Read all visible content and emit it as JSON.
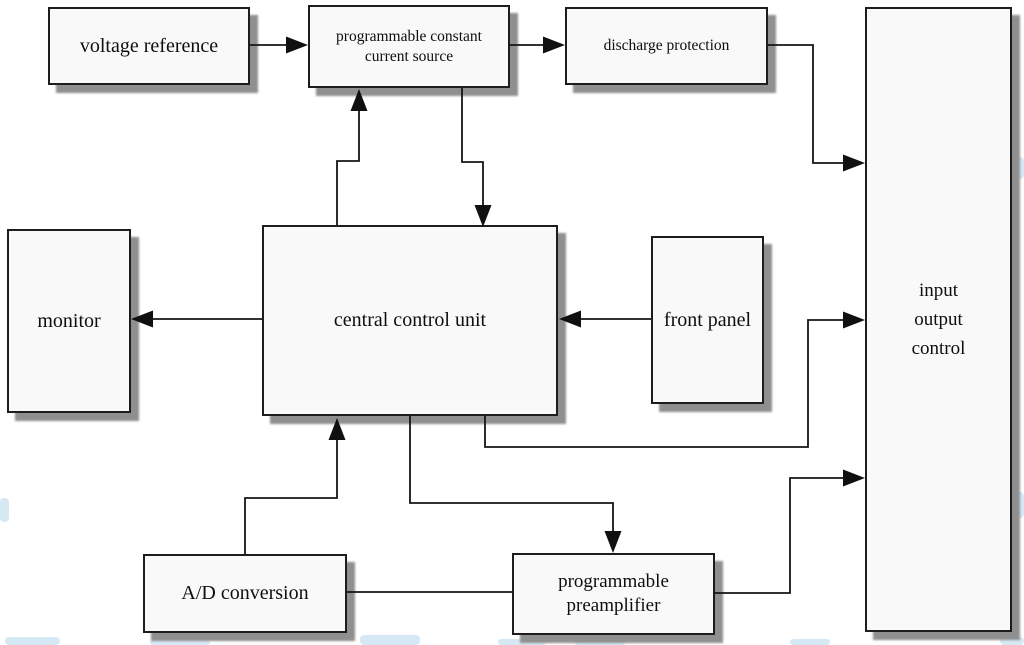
{
  "diagram": {
    "kind": "system-block-diagram",
    "nodes": {
      "voltage_reference": {
        "label": "voltage reference"
      },
      "programmable_constant_current_source": {
        "label": "programmable constant current source"
      },
      "discharge_protection": {
        "label": "discharge protection"
      },
      "central_control_unit": {
        "label": "central control unit"
      },
      "monitor": {
        "label": "monitor"
      },
      "front_panel": {
        "label": "front panel"
      },
      "io_control": {
        "label": "input output control",
        "lines": [
          "input",
          "output",
          "control"
        ]
      },
      "ad_conversion": {
        "label": "A/D conversion"
      },
      "programmable_preamplifier": {
        "label": "programmable preamplifier"
      }
    },
    "edges": [
      {
        "from": "voltage_reference",
        "to": "programmable_constant_current_source",
        "arrow": true
      },
      {
        "from": "programmable_constant_current_source",
        "to": "discharge_protection",
        "arrow": true
      },
      {
        "from": "discharge_protection",
        "to": "io_control",
        "arrow": true
      },
      {
        "from": "central_control_unit",
        "to": "programmable_constant_current_source",
        "arrow": true
      },
      {
        "from": "programmable_constant_current_source",
        "to": "central_control_unit",
        "arrow": true
      },
      {
        "from": "central_control_unit",
        "to": "monitor",
        "arrow": true
      },
      {
        "from": "front_panel",
        "to": "central_control_unit",
        "arrow": true
      },
      {
        "from": "central_control_unit",
        "to": "io_control",
        "arrow": true
      },
      {
        "from": "ad_conversion",
        "to": "central_control_unit",
        "arrow": true
      },
      {
        "from": "central_control_unit",
        "to": "programmable_preamplifier",
        "arrow": true
      },
      {
        "from": "ad_conversion",
        "to": "programmable_preamplifier",
        "arrow": false
      },
      {
        "from": "programmable_preamplifier",
        "to": "io_control",
        "arrow": true
      }
    ],
    "colors": {
      "background": "#ffffff",
      "box_fill": "#f9f9f9",
      "box_border": "#1d1d1d",
      "box_shadow": "#8f8f8f",
      "wire": "#151515",
      "watermark": "#bcd9ef"
    }
  }
}
